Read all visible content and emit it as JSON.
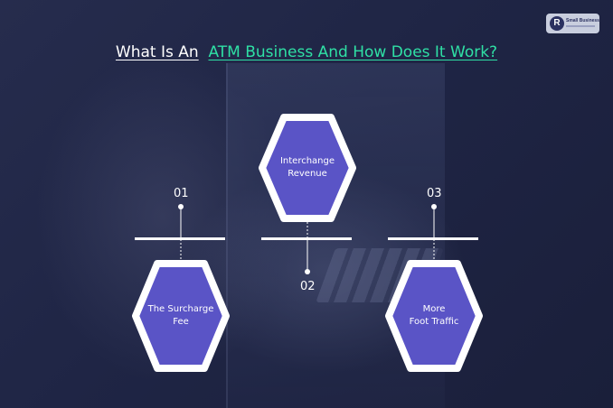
{
  "title": {
    "part1": "What Is An",
    "part2": "ATM Business And How Does It Work?"
  },
  "logo": {
    "text": "Small Business",
    "icon": "r-badge-icon"
  },
  "colors": {
    "accent": "#2fe0a5",
    "hex_fill": "#5a54c6",
    "hex_border": "#ffffff"
  },
  "steps": [
    {
      "number": "01",
      "label_line1": "The Surcharge",
      "label_line2": "Fee"
    },
    {
      "number": "02",
      "label_line1": "Interchange",
      "label_line2": "Revenue"
    },
    {
      "number": "03",
      "label_line1": "More",
      "label_line2": "Foot Traffic"
    }
  ]
}
